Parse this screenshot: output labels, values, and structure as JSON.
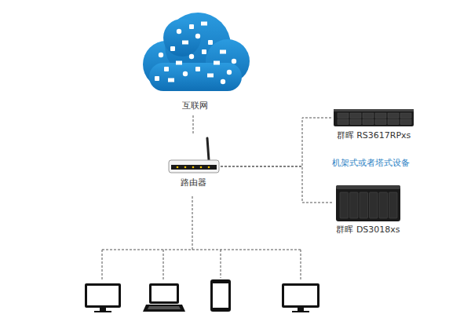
{
  "diagram": {
    "nodes": [
      {
        "text": [
          "互联网"
        ]
      },
      {
        "text": [
          "路由器"
        ]
      },
      {
        "text": [
          "群晖 RS3617RPxs"
        ]
      },
      {
        "text": [
          "群晖 DS3018xs"
        ]
      }
    ],
    "edges": [
      {
        "from": 0,
        "to": 1,
        "arrow": "none"
      },
      {
        "from": 1,
        "to": 2,
        "arrow": "none"
      },
      {
        "from": 1,
        "to": 3,
        "arrow": "none"
      }
    ],
    "labels": [
      "机架式或者塔式设备"
    ]
  }
}
